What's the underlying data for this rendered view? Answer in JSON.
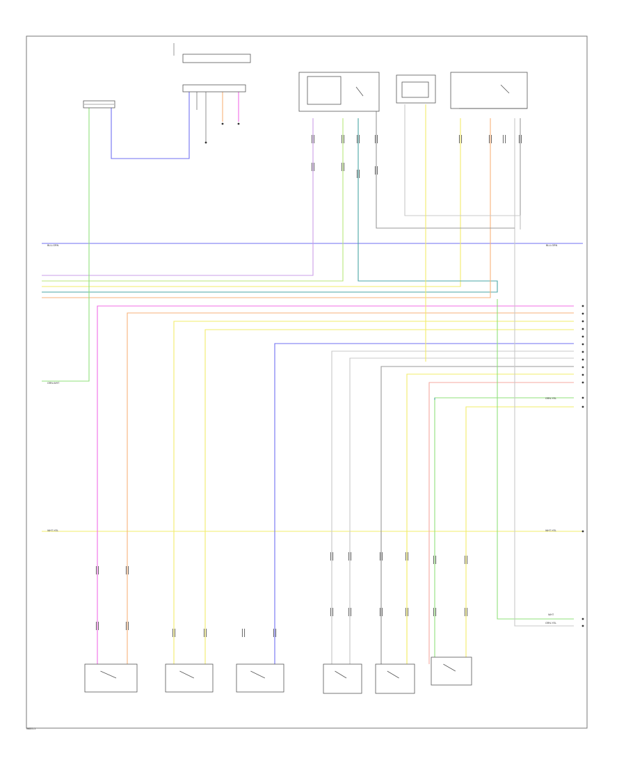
{
  "diagram_id": "W6D1-1",
  "colors": {
    "blue": "#6f6ff2",
    "pink": "#f06ce6",
    "orange": "#f7b27a",
    "yellow": "#f2ec6a",
    "green": "#8fe07a",
    "teal": "#4aa6a4",
    "lightgreen": "#b8e67a",
    "grey": "#999999",
    "lightgrey": "#c8c8c8",
    "violet": "#c99de8",
    "salmon": "#f4a8a0"
  },
  "wire_labels": {
    "blu_grn": "BLU-GRN",
    "grn_wht": "GRN-WHT",
    "grn_yel": "GRN-YEL",
    "wht_yel": "WHT-YEL",
    "wht": "WHT"
  }
}
